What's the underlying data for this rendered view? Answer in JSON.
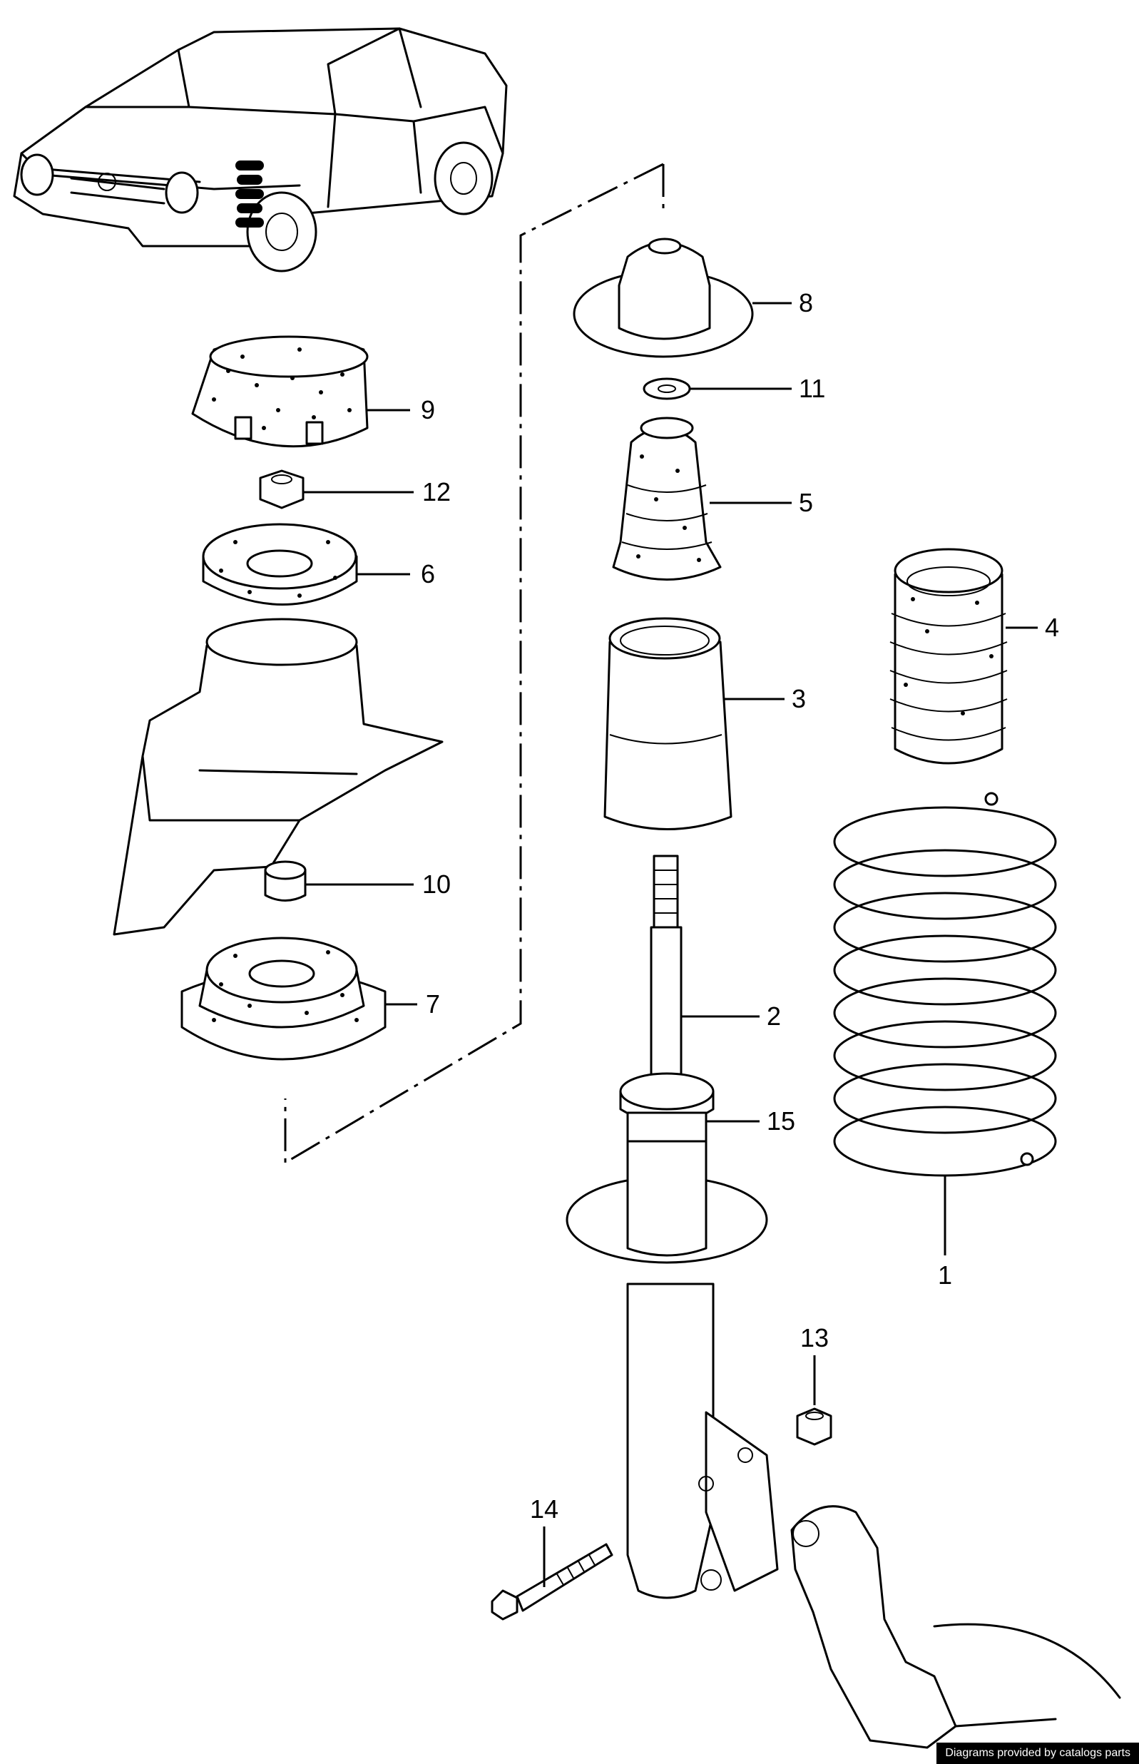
{
  "callouts": [
    {
      "id": "1",
      "label": "1"
    },
    {
      "id": "2",
      "label": "2"
    },
    {
      "id": "3",
      "label": "3"
    },
    {
      "id": "4",
      "label": "4"
    },
    {
      "id": "5",
      "label": "5"
    },
    {
      "id": "6",
      "label": "6"
    },
    {
      "id": "7",
      "label": "7"
    },
    {
      "id": "8",
      "label": "8"
    },
    {
      "id": "9",
      "label": "9"
    },
    {
      "id": "10",
      "label": "10"
    },
    {
      "id": "11",
      "label": "11"
    },
    {
      "id": "12",
      "label": "12"
    },
    {
      "id": "13",
      "label": "13"
    },
    {
      "id": "14",
      "label": "14"
    },
    {
      "id": "15",
      "label": "15"
    }
  ],
  "footer": {
    "credit": "Diagrams provided by catalogs parts"
  }
}
